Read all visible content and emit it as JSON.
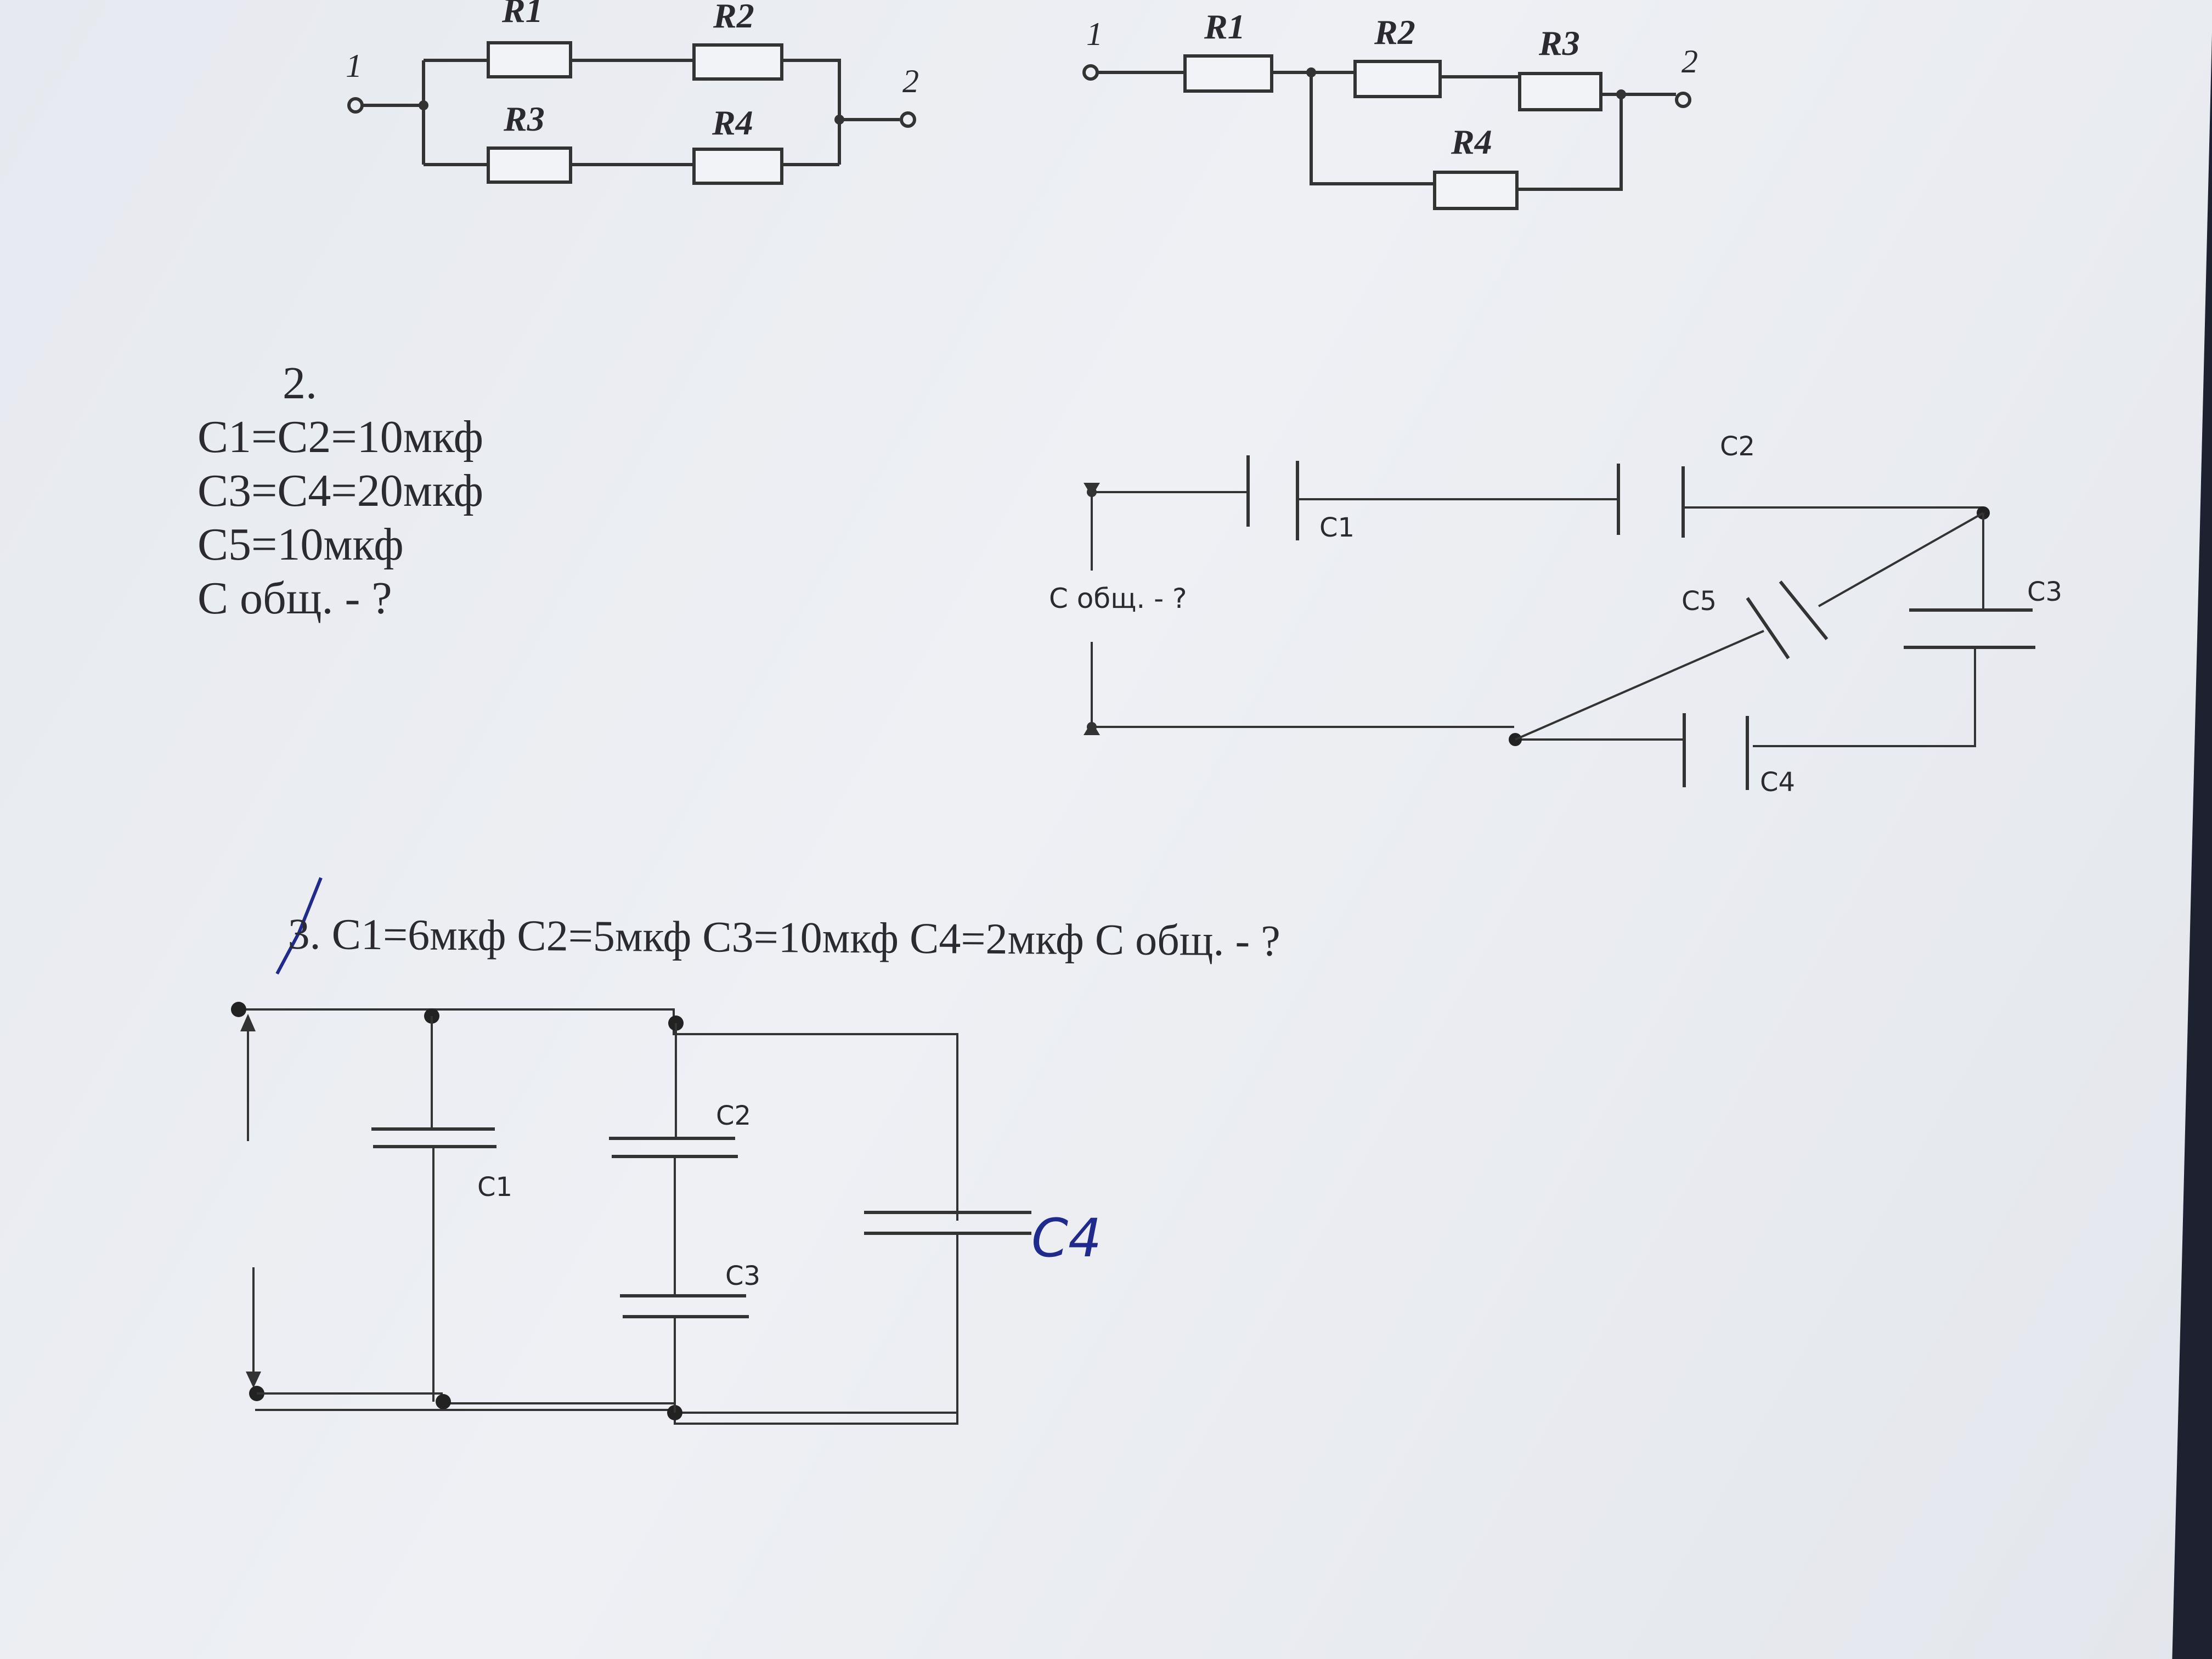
{
  "circuit_r_parallel": {
    "labels": [
      "R1",
      "R2",
      "R3",
      "R4"
    ],
    "terminal_1": "1",
    "terminal_2": "2"
  },
  "circuit_r_mixed": {
    "labels": [
      "R1",
      "R2",
      "R3",
      "R4"
    ],
    "terminal_1": "1",
    "terminal_2": "2"
  },
  "problem2": {
    "number": "2.",
    "lines": [
      "C1=C2=10мкф",
      "C3=C4=20мкф",
      "C5=10мкф",
      "C общ. - ?"
    ],
    "diagram_labels": {
      "c1": "C1",
      "c2": "C2",
      "c3": "C3",
      "c4": "C4",
      "c5": "C5",
      "question": "C общ. - ?"
    }
  },
  "problem3": {
    "number": "3.",
    "statement": "C1=6мкф C2=5мкф C3=10мкф C4=2мкф C общ. - ?",
    "diagram_labels": {
      "c1": "C1",
      "c2": "C2",
      "c3": "C3",
      "c4_handwritten": "C4"
    }
  },
  "colors": {
    "paper": "#eceef2",
    "ink": "#2a2a30",
    "handwriting": "#1f2a8c",
    "background": "#1e2230"
  }
}
